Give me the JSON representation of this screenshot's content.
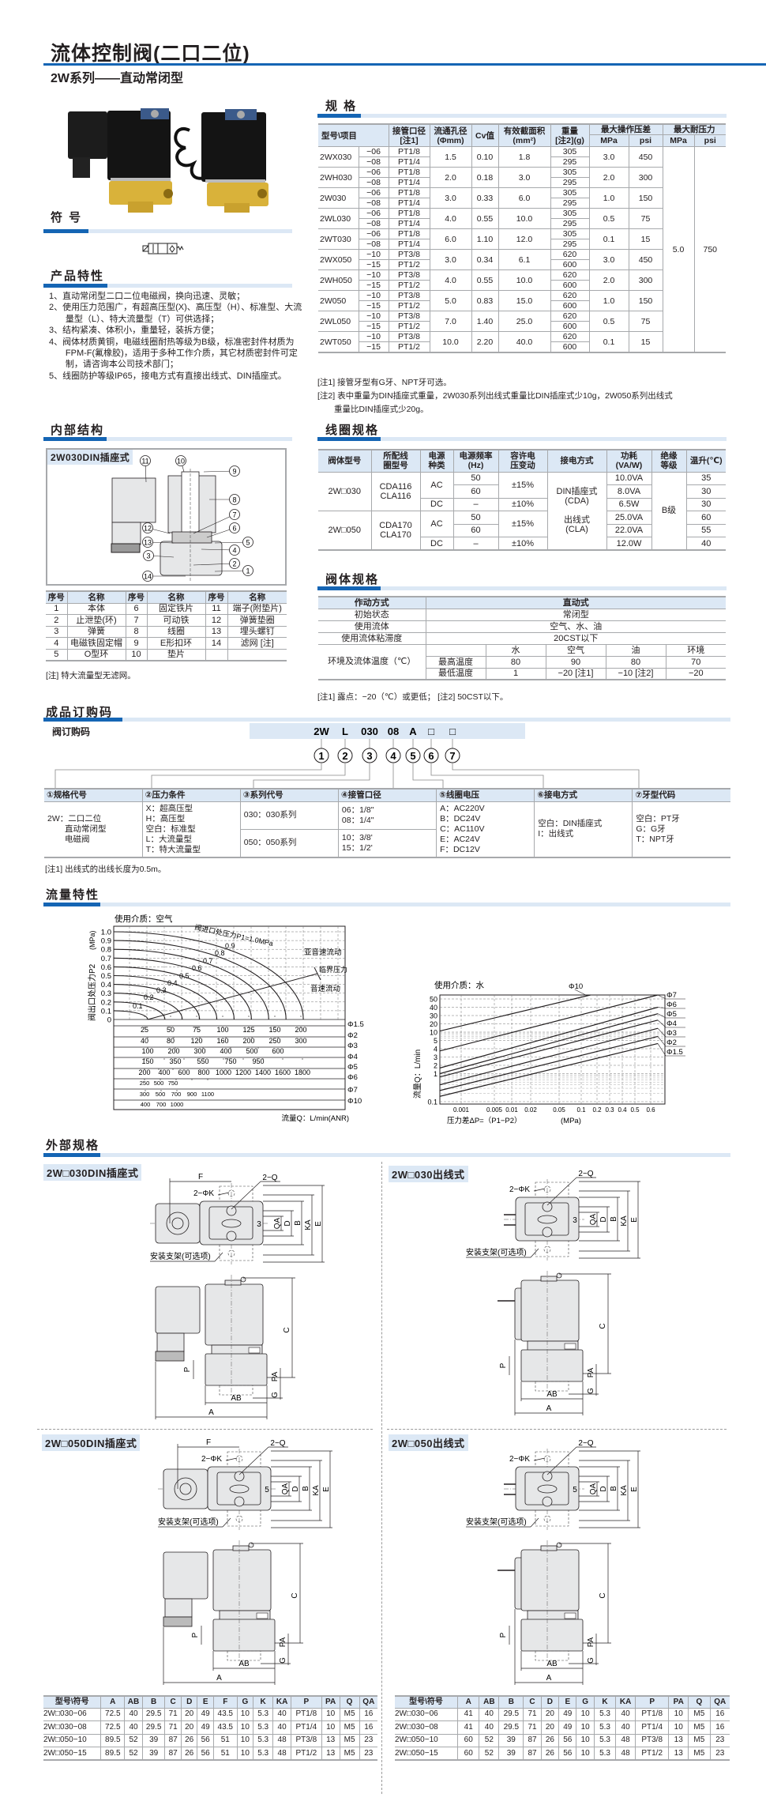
{
  "header": {
    "title": "流体控制阀(二口二位)",
    "subtitle": "2W系列——直动常闭型"
  },
  "sections": {
    "spec": "规  格",
    "symbol": "符  号",
    "features": "产品特性",
    "structure": "内部结构",
    "coil": "线圈规格",
    "valve": "阀体规格",
    "order": "成品订购码",
    "flow": "流量特性",
    "external": "外部规格"
  },
  "colors": {
    "accent": "#1565b4",
    "header_bg": "#dce8f5",
    "brass": "#d9b23a",
    "coil": "#1a1a1a"
  },
  "features": [
    "1、直动常闭型二口二位电磁阀，换向迅速、灵敏；",
    "2、使用压力范围广，有超高压型(X)、高压型（H）、标准型、大流量型（L）、特大流量型（T）可供选择；",
    "3、结构紧凑、体积小，重量轻，装拆方便；",
    "4、阀体材质黄铜，电磁线圈耐热等级为B级，标准密封件材质为FPM-F(氟橡胶)，适用于多种工作介质，其它材质密封件可定制，请咨询本公司技术部门；",
    "5、线圈防护等级IP65，接电方式有直接出线式、DIN插座式。"
  ],
  "spec_table": {
    "headers": {
      "model": "型号\\项目",
      "port": "接管口径\n[注1]",
      "orifice": "流通孔径\n(Φmm)",
      "cv": "Cv值",
      "area": "有效截面积\n(mm²)",
      "weight": "重量\n[注2](g)",
      "max_diff": "最大操作压差",
      "max_proof": "最大耐压力",
      "mpa": "MPa",
      "psi": "psi"
    },
    "rows": [
      {
        "model": "2WX030",
        "subs": [
          {
            "suffix": "−06",
            "port": "PT1/8",
            "weight": "305"
          },
          {
            "suffix": "−08",
            "port": "PT1/4",
            "weight": "295"
          }
        ],
        "orifice": "1.5",
        "cv": "0.10",
        "area": "1.8",
        "mpa": "3.0",
        "psi": "450"
      },
      {
        "model": "2WH030",
        "subs": [
          {
            "suffix": "−06",
            "port": "PT1/8",
            "weight": "305"
          },
          {
            "suffix": "−08",
            "port": "PT1/4",
            "weight": "295"
          }
        ],
        "orifice": "2.0",
        "cv": "0.18",
        "area": "3.0",
        "mpa": "2.0",
        "psi": "300"
      },
      {
        "model": "2W030",
        "subs": [
          {
            "suffix": "−06",
            "port": "PT1/8",
            "weight": "305"
          },
          {
            "suffix": "−08",
            "port": "PT1/4",
            "weight": "295"
          }
        ],
        "orifice": "3.0",
        "cv": "0.33",
        "area": "6.0",
        "mpa": "1.0",
        "psi": "150"
      },
      {
        "model": "2WL030",
        "subs": [
          {
            "suffix": "−06",
            "port": "PT1/8",
            "weight": "305"
          },
          {
            "suffix": "−08",
            "port": "PT1/4",
            "weight": "295"
          }
        ],
        "orifice": "4.0",
        "cv": "0.55",
        "area": "10.0",
        "mpa": "0.5",
        "psi": "75"
      },
      {
        "model": "2WT030",
        "subs": [
          {
            "suffix": "−06",
            "port": "PT1/8",
            "weight": "305"
          },
          {
            "suffix": "−08",
            "port": "PT1/4",
            "weight": "295"
          }
        ],
        "orifice": "6.0",
        "cv": "1.10",
        "area": "12.0",
        "mpa": "0.1",
        "psi": "15"
      },
      {
        "model": "2WX050",
        "subs": [
          {
            "suffix": "−10",
            "port": "PT3/8",
            "weight": "620"
          },
          {
            "suffix": "−15",
            "port": "PT1/2",
            "weight": "600"
          }
        ],
        "orifice": "3.0",
        "cv": "0.34",
        "area": "6.1",
        "mpa": "3.0",
        "psi": "450"
      },
      {
        "model": "2WH050",
        "subs": [
          {
            "suffix": "−10",
            "port": "PT3/8",
            "weight": "620"
          },
          {
            "suffix": "−15",
            "port": "PT1/2",
            "weight": "600"
          }
        ],
        "orifice": "4.0",
        "cv": "0.55",
        "area": "10.0",
        "mpa": "2.0",
        "psi": "300"
      },
      {
        "model": "2W050",
        "subs": [
          {
            "suffix": "−10",
            "port": "PT3/8",
            "weight": "620"
          },
          {
            "suffix": "−15",
            "port": "PT1/2",
            "weight": "600"
          }
        ],
        "orifice": "5.0",
        "cv": "0.83",
        "area": "15.0",
        "mpa": "1.0",
        "psi": "150"
      },
      {
        "model": "2WL050",
        "subs": [
          {
            "suffix": "−10",
            "port": "PT3/8",
            "weight": "620"
          },
          {
            "suffix": "−15",
            "port": "PT1/2",
            "weight": "600"
          }
        ],
        "orifice": "7.0",
        "cv": "1.40",
        "area": "25.0",
        "mpa": "0.5",
        "psi": "75"
      },
      {
        "model": "2WT050",
        "subs": [
          {
            "suffix": "−10",
            "port": "PT3/8",
            "weight": "620"
          },
          {
            "suffix": "−15",
            "port": "PT1/2",
            "weight": "600"
          }
        ],
        "orifice": "10.0",
        "cv": "2.20",
        "area": "40.0",
        "mpa": "0.1",
        "psi": "15"
      }
    ],
    "proof_mpa": "5.0",
    "proof_psi": "750",
    "notes": [
      "[注1] 接管牙型有G牙、NPT牙可选。",
      "[注2] 表中重量为DIN插座式重量，2W030系列出线式重量比DIN插座式少10g，2W050系列出线式",
      "　　重量比DIN插座式少20g。"
    ]
  },
  "structure": {
    "title": "2W030DIN插座式",
    "headers": [
      "序号",
      "名称"
    ],
    "parts": [
      {
        "no": "1",
        "name": "本体"
      },
      {
        "no": "2",
        "name": "止泄垫(环)"
      },
      {
        "no": "3",
        "name": "弹簧"
      },
      {
        "no": "4",
        "name": "电磁铁固定帽"
      },
      {
        "no": "5",
        "name": "O型环"
      },
      {
        "no": "6",
        "name": "固定铁片"
      },
      {
        "no": "7",
        "name": "可动铁"
      },
      {
        "no": "8",
        "name": "线圈"
      },
      {
        "no": "9",
        "name": "E形扣环"
      },
      {
        "no": "10",
        "name": "垫片"
      },
      {
        "no": "11",
        "name": "端子(附垫片)"
      },
      {
        "no": "12",
        "name": "弹簧垫圈"
      },
      {
        "no": "13",
        "name": "埋头螺钉"
      },
      {
        "no": "14",
        "name": "滤网  [注]"
      }
    ],
    "note": "[注] 特大流量型无滤网。"
  },
  "coil_table": {
    "headers": [
      "阀体型号",
      "所配线\n圈型号",
      "电源\n种类",
      "电源频率\n(Hz)",
      "容许电\n压变动",
      "接电方式",
      "功耗\n(VA/W)",
      "绝缘\n等级",
      "温升(℃)"
    ],
    "groups": [
      {
        "model": "2W□030",
        "coils": "CDA116\nCLA116",
        "ac": "AC",
        "ac_tol": "±15%",
        "dc": "DC",
        "dc_hz": "–",
        "dc_tol": "±10%",
        "rows": [
          {
            "hz": "50",
            "power": "10.0VA",
            "temp": "35"
          },
          {
            "hz": "60",
            "power": "8.0VA",
            "temp": "30"
          },
          {
            "power": "6.5W",
            "temp": "30"
          }
        ]
      },
      {
        "model": "2W□050",
        "coils": "CDA170\nCLA170",
        "ac": "AC",
        "ac_tol": "±15%",
        "dc": "DC",
        "dc_hz": "–",
        "dc_tol": "±10%",
        "rows": [
          {
            "hz": "50",
            "power": "25.0VA",
            "temp": "60"
          },
          {
            "hz": "60",
            "power": "22.0VA",
            "temp": "55"
          },
          {
            "power": "12.0W",
            "temp": "40"
          }
        ]
      }
    ],
    "connection": "DIN插座式\n(CDA)\n\n出线式\n(CLA)",
    "insulation": "B级"
  },
  "valve_table": {
    "rows": [
      [
        "作动方式",
        "直动式"
      ],
      [
        "初始状态",
        "常闭型"
      ],
      [
        "使用流体",
        "空气、水、油"
      ],
      [
        "使用流体粘滞度",
        "20CST以下"
      ]
    ],
    "temp_label": "环境及流体温度（℃）",
    "temp_cols": [
      "水",
      "空气",
      "油",
      "环境"
    ],
    "max": {
      "label": "最高温度",
      "values": [
        "80",
        "90",
        "80",
        "70"
      ]
    },
    "min": {
      "label": "最低温度",
      "values": [
        "1",
        "−20 [注1]",
        "−10 [注2]",
        "−20"
      ]
    },
    "note": "[注1] 露点：−20（℃）或更低； [注2] 50CST以下。"
  },
  "order": {
    "label": "阀订购码",
    "code": [
      "2W",
      "L",
      "030",
      "08",
      "A",
      "□",
      "□"
    ],
    "circles": [
      "1",
      "2",
      "3",
      "4",
      "5",
      "6",
      "7"
    ],
    "columns": [
      {
        "header": "①规格代号",
        "cells": [
          [
            "2W：二口二位",
            "直动常闭型",
            "电磁阀"
          ]
        ]
      },
      {
        "header": "②压力条件",
        "cells": [
          [
            "X：超高压型",
            "H：高压型",
            "空白：标准型",
            "L：大流量型",
            "T：特大流量型"
          ]
        ]
      },
      {
        "header": "③系列代号",
        "cells": [
          [
            "030：030系列"
          ],
          [
            "050：050系列"
          ]
        ]
      },
      {
        "header": "④接管口径",
        "cells": [
          [
            "06：1/8\"",
            "08：1/4\""
          ],
          [
            "10：3/8'",
            "15：1/2'"
          ]
        ]
      },
      {
        "header": "⑤线圈电压",
        "cells": [
          [
            "A：AC220V",
            "B：DC24V",
            "C：AC110V",
            "E：AC24V",
            "F：DC12V"
          ]
        ]
      },
      {
        "header": "⑥接电方式",
        "cells": [
          [
            "空白：DIN插座式",
            "I：出线式"
          ]
        ]
      },
      {
        "header": "⑦牙型代码",
        "cells": [
          [
            "空白：PT牙",
            "G：G牙",
            "T：NPT牙"
          ]
        ]
      }
    ],
    "note": "[注1] 出线式的出线长度为0.5m。"
  },
  "chart_data": [
    {
      "type": "line",
      "medium": "使用介质：空气",
      "ylabel": "阀出口处压力P2",
      "yunit": "(MPa)",
      "xlabel": "流量Q：L/min(ANR)",
      "ylim": [
        0,
        1.0
      ],
      "yticks": [
        "1.0",
        "0.9",
        "0.8",
        "0.7",
        "0.6",
        "0.5",
        "0.4",
        "0.3",
        "0.2",
        "0.1",
        "0"
      ],
      "grid": true,
      "curves": [
        {
          "p1": 0.1,
          "label": "0.1"
        },
        {
          "p1": 0.2,
          "label": "0.2"
        },
        {
          "p1": 0.3,
          "label": "0.3"
        },
        {
          "p1": 0.4,
          "label": "0.4"
        },
        {
          "p1": 0.5,
          "label": "0.5"
        },
        {
          "p1": 0.6,
          "label": "0.6"
        },
        {
          "p1": 0.7,
          "label": "0.7"
        },
        {
          "p1": 0.8,
          "label": "0.8"
        },
        {
          "p1": 0.9,
          "label": "0.9"
        },
        {
          "p1": 1.0,
          "label": "阀进口处压力P1=1.0MPa"
        }
      ],
      "annotations": {
        "subsonic": "亚音速流动",
        "critical": "临界压力",
        "sonic": "音速流动"
      },
      "flow_scales": [
        {
          "orifice": "Φ1.5",
          "ticks": [
            "25",
            "50",
            "75",
            "100",
            "125",
            "150",
            "200"
          ]
        },
        {
          "orifice": "Φ2",
          "ticks": [
            "40",
            "80",
            "120",
            "160",
            "200",
            "250",
            "300"
          ]
        },
        {
          "orifice": "Φ3",
          "ticks": [
            "100",
            "200",
            "300",
            "400",
            "500",
            "600"
          ]
        },
        {
          "orifice": "Φ4",
          "ticks": [
            "150",
            "350",
            "550",
            "750",
            "950"
          ]
        },
        {
          "orifice": "Φ5",
          "ticks": [
            "200",
            "400",
            "600",
            "800",
            "1000",
            "1200",
            "1400",
            "1600",
            "1800"
          ]
        },
        {
          "orifice": "Φ6",
          "ticks": [
            "250",
            "500",
            "750"
          ]
        },
        {
          "orifice": "Φ7",
          "ticks": [
            "300",
            "500",
            "700",
            "900",
            "1100"
          ]
        },
        {
          "orifice": "Φ10",
          "ticks": [
            "400",
            "700",
            "1000"
          ]
        }
      ]
    },
    {
      "type": "line",
      "medium": "使用介质：水",
      "ylabel": "流量Q：L/min",
      "xlabel": "压力差ΔP=（P1−P2）",
      "xunit": "(MPa)",
      "xscale": "log",
      "yscale": "log",
      "grid": true,
      "xticks": [
        "0.001",
        "0.005",
        "0.01",
        "0.02",
        "0.05",
        "0.1",
        "0.2",
        "0.3",
        "0.4",
        "0.5",
        "0.6"
      ],
      "yticks": [
        "50",
        "40",
        "30",
        "20",
        "10",
        "5",
        "4",
        "3",
        "2",
        "1",
        "0.1"
      ],
      "series": [
        {
          "name": "Φ10",
          "x": [
            0.0006,
            0.15
          ],
          "y": [
            11,
            60
          ]
        },
        {
          "name": "Φ7",
          "x": [
            0.0006,
            0.6
          ],
          "y": [
            3.7,
            60
          ]
        },
        {
          "name": "Φ6",
          "x": [
            0.0006,
            0.6
          ],
          "y": [
            1.6,
            40
          ]
        },
        {
          "name": "Φ5",
          "x": [
            0.0006,
            0.6
          ],
          "y": [
            1.0,
            32
          ]
        },
        {
          "name": "Φ4",
          "x": [
            0.0006,
            0.6
          ],
          "y": [
            0.76,
            24
          ]
        },
        {
          "name": "Φ3",
          "x": [
            0.0006,
            0.6
          ],
          "y": [
            0.4,
            13.7
          ]
        },
        {
          "name": "Φ2",
          "x": [
            0.0006,
            0.6
          ],
          "y": [
            0.25,
            7
          ]
        },
        {
          "name": "Φ1.5",
          "x": [
            0.0006,
            0.6
          ],
          "y": [
            0.155,
            4.6
          ]
        }
      ]
    }
  ],
  "external": {
    "labels": {
      "F": "F",
      "Q": "2−Q",
      "K": "2−ΦK",
      "QA": "QA",
      "D": "D",
      "B": "B",
      "KA": "KA",
      "E": "E",
      "C": "C",
      "P": "P",
      "PA": "PA",
      "G": "G",
      "AB": "AB",
      "A": "A",
      "bracket": "安装支架(可选项)"
    },
    "panels": [
      {
        "title": "2W□030DIN插座式",
        "port": "3"
      },
      {
        "title": "2W□030出线式",
        "port": "3"
      },
      {
        "title": "2W□050DIN插座式",
        "port": "5"
      },
      {
        "title": "2W□050出线式",
        "port": "5"
      }
    ],
    "din_table": {
      "headers": [
        "型号\\符号",
        "A",
        "AB",
        "B",
        "C",
        "D",
        "E",
        "F",
        "G",
        "K",
        "KA",
        "P",
        "PA",
        "Q",
        "QA"
      ],
      "rows": [
        [
          "2W□030−06",
          "72.5",
          "40",
          "29.5",
          "71",
          "20",
          "49",
          "43.5",
          "10",
          "5.3",
          "40",
          "PT1/8",
          "10",
          "M5",
          "16"
        ],
        [
          "2W□030−08",
          "72.5",
          "40",
          "29.5",
          "71",
          "20",
          "49",
          "43.5",
          "10",
          "5.3",
          "40",
          "PT1/4",
          "10",
          "M5",
          "16"
        ],
        [
          "2W□050−10",
          "89.5",
          "52",
          "39",
          "87",
          "26",
          "56",
          "51",
          "10",
          "5.3",
          "48",
          "PT3/8",
          "13",
          "M5",
          "23"
        ],
        [
          "2W□050−15",
          "89.5",
          "52",
          "39",
          "87",
          "26",
          "56",
          "51",
          "10",
          "5.3",
          "48",
          "PT1/2",
          "13",
          "M5",
          "23"
        ]
      ]
    },
    "wire_table": {
      "headers": [
        "型号\\符号",
        "A",
        "AB",
        "B",
        "C",
        "D",
        "E",
        "G",
        "K",
        "KA",
        "P",
        "PA",
        "Q",
        "QA"
      ],
      "rows": [
        [
          "2W□030−06",
          "41",
          "40",
          "29.5",
          "71",
          "20",
          "49",
          "10",
          "5.3",
          "40",
          "PT1/8",
          "10",
          "M5",
          "16"
        ],
        [
          "2W□030−08",
          "41",
          "40",
          "29.5",
          "71",
          "20",
          "49",
          "10",
          "5.3",
          "40",
          "PT1/4",
          "10",
          "M5",
          "16"
        ],
        [
          "2W□050−10",
          "60",
          "52",
          "39",
          "87",
          "26",
          "56",
          "10",
          "5.3",
          "48",
          "PT3/8",
          "13",
          "M5",
          "23"
        ],
        [
          "2W□050−15",
          "60",
          "52",
          "39",
          "87",
          "26",
          "56",
          "10",
          "5.3",
          "48",
          "PT1/2",
          "13",
          "M5",
          "23"
        ]
      ]
    }
  }
}
